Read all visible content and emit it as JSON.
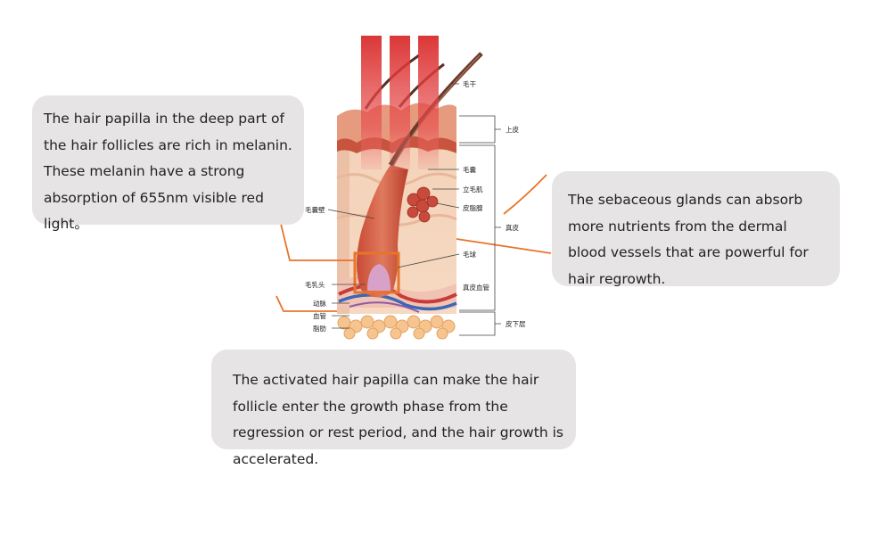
{
  "callouts": {
    "papilla": "The hair papilla in the deep part of\nthe hair follicles are rich in melanin.\nThese melanin have a strong\nabsorption of 655nm visible red\nlight。",
    "sebaceous": "The sebaceous glands can absorb\nmore nutrients from the dermal\nblood vessels that are powerful for\nhair regrowth.",
    "activated": "The activated hair papilla can make the hair\nfollicle enter the growth phase from the\nregression or rest period, and the hair growth is\naccelerated."
  },
  "labels": {
    "hair_shaft": "毛干",
    "epidermis": "上皮",
    "root_sheath": "毛囊",
    "arrector_pili": "立毛肌",
    "sebaceous_gland": "皮脂腺",
    "dermis": "真皮",
    "follicle_wall": "毛囊壁",
    "hair_bulb": "毛球",
    "papilla": "毛乳头",
    "dermal_vessel": "真皮血管",
    "artery": "动脉",
    "blood_vessel": "血管",
    "fat": "脂肪",
    "subcutaneous": "皮下层"
  },
  "colors": {
    "accent_orange": "#e8742a",
    "light_beam": "#e03a3a",
    "callout_bg": "#e6e4e4"
  }
}
